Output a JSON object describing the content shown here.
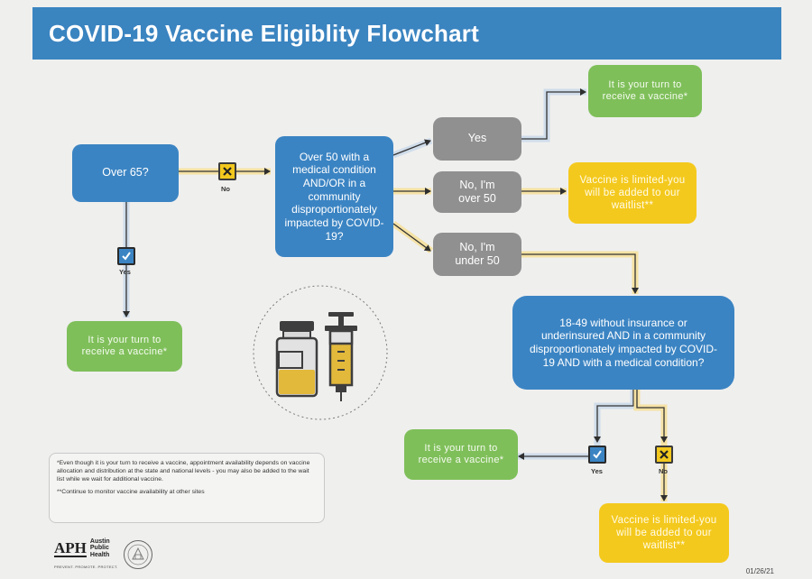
{
  "header": {
    "title": "COVID-19 Vaccine Eligiblity Flowchart"
  },
  "nodes": {
    "over65": "Over 65?",
    "over50_question": "Over 50 with a medical condition AND/OR in a community disproportionately impacted by COVID-19?",
    "yes_option": "Yes",
    "no_over50_option": "No, I'm over 50",
    "no_under50_option": "No, I'm under 50",
    "turn_top": "It is your turn to receive a vaccine*",
    "waitlist_mid": "Vaccine is limited-you will be added to our waitlist**",
    "turn_left": "It is your turn to receive a vaccine*",
    "age18_49_question": "18-49 without insurance or underinsured AND in a community disproportionately impacted by COVID-19 AND with a medical condition?",
    "turn_bottom": "It is your turn to receive a vaccine*",
    "waitlist_bottom": "Vaccine is limited-you will be added to our waitlist**"
  },
  "labels": {
    "no_1": "No",
    "yes_1": "Yes",
    "yes_2": "Yes",
    "no_2": "No"
  },
  "footnotes": {
    "note_1": "*Even though it is your turn to receive a vaccine, appointment availability depends on vaccine allocation and distribution at the state and national levels - you may also be added to the wait list while we wait for additional vaccine.",
    "note_2": "**Continue to monitor vaccine availability at other sites"
  },
  "footer": {
    "logo_mark": "APH",
    "org_line_1": "Austin",
    "org_line_2": "Public",
    "org_line_3": "Health",
    "tagline": "PREVENT. PROMOTE. PROTECT.",
    "date": "01/26/21"
  },
  "icons": {
    "x_mark": "x-box-icon",
    "check_mark": "checkbox-icon",
    "vaccine_illustration": "vaccine-vial-and-syringe-icon",
    "city_seal": "city-seal-icon"
  },
  "colors": {
    "header_blue": "#3a84c0",
    "question_blue": "#3b84c3",
    "option_gray": "#909090",
    "eligible_green": "#7fbf5a",
    "waitlist_yellow": "#f4c91d"
  }
}
